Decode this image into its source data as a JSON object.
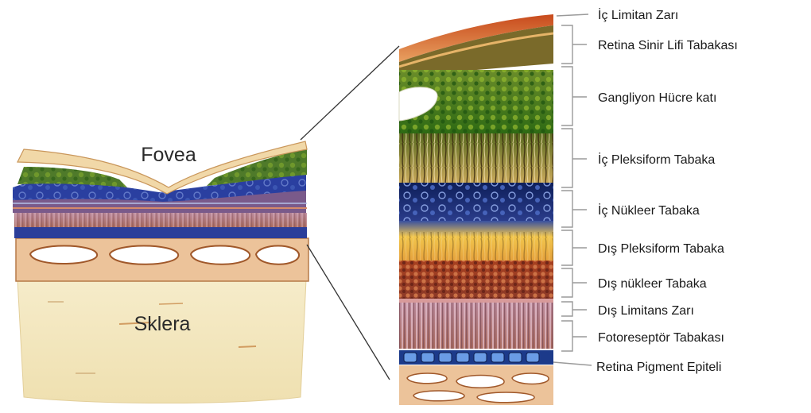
{
  "left_figure": {
    "fovea_label": "Fovea",
    "sclera_label": "Sklera"
  },
  "layers": [
    {
      "label": "İç Limitan Zarı"
    },
    {
      "label": "Retina Sinir Lifi Tabakası"
    },
    {
      "label": "Gangliyon Hücre katı"
    },
    {
      "label": "İç Pleksiform Tabaka"
    },
    {
      "label": "İç Nükleer Tabaka"
    },
    {
      "label": "Dış Pleksiform Tabaka"
    },
    {
      "label": "Dış nükleer Tabaka"
    },
    {
      "label": "Dış Limitans Zarı"
    },
    {
      "label": "Fotoreseptör Tabakası"
    },
    {
      "label": "Retina Pigment Epiteli"
    }
  ],
  "colors": {
    "sclera": "#f3e7bf",
    "choroid": "#e7b98a",
    "ganglion": "#3f7d1c",
    "inner_nuclear": "#142a6e",
    "outer_plexiform": "#f0c24a",
    "outer_nuclear": "#b4502a",
    "photoreceptor": "#b07a8a",
    "pigment": "#1c4d9c",
    "membrane": "#d2461e",
    "bracket": "#9a9a9a"
  }
}
